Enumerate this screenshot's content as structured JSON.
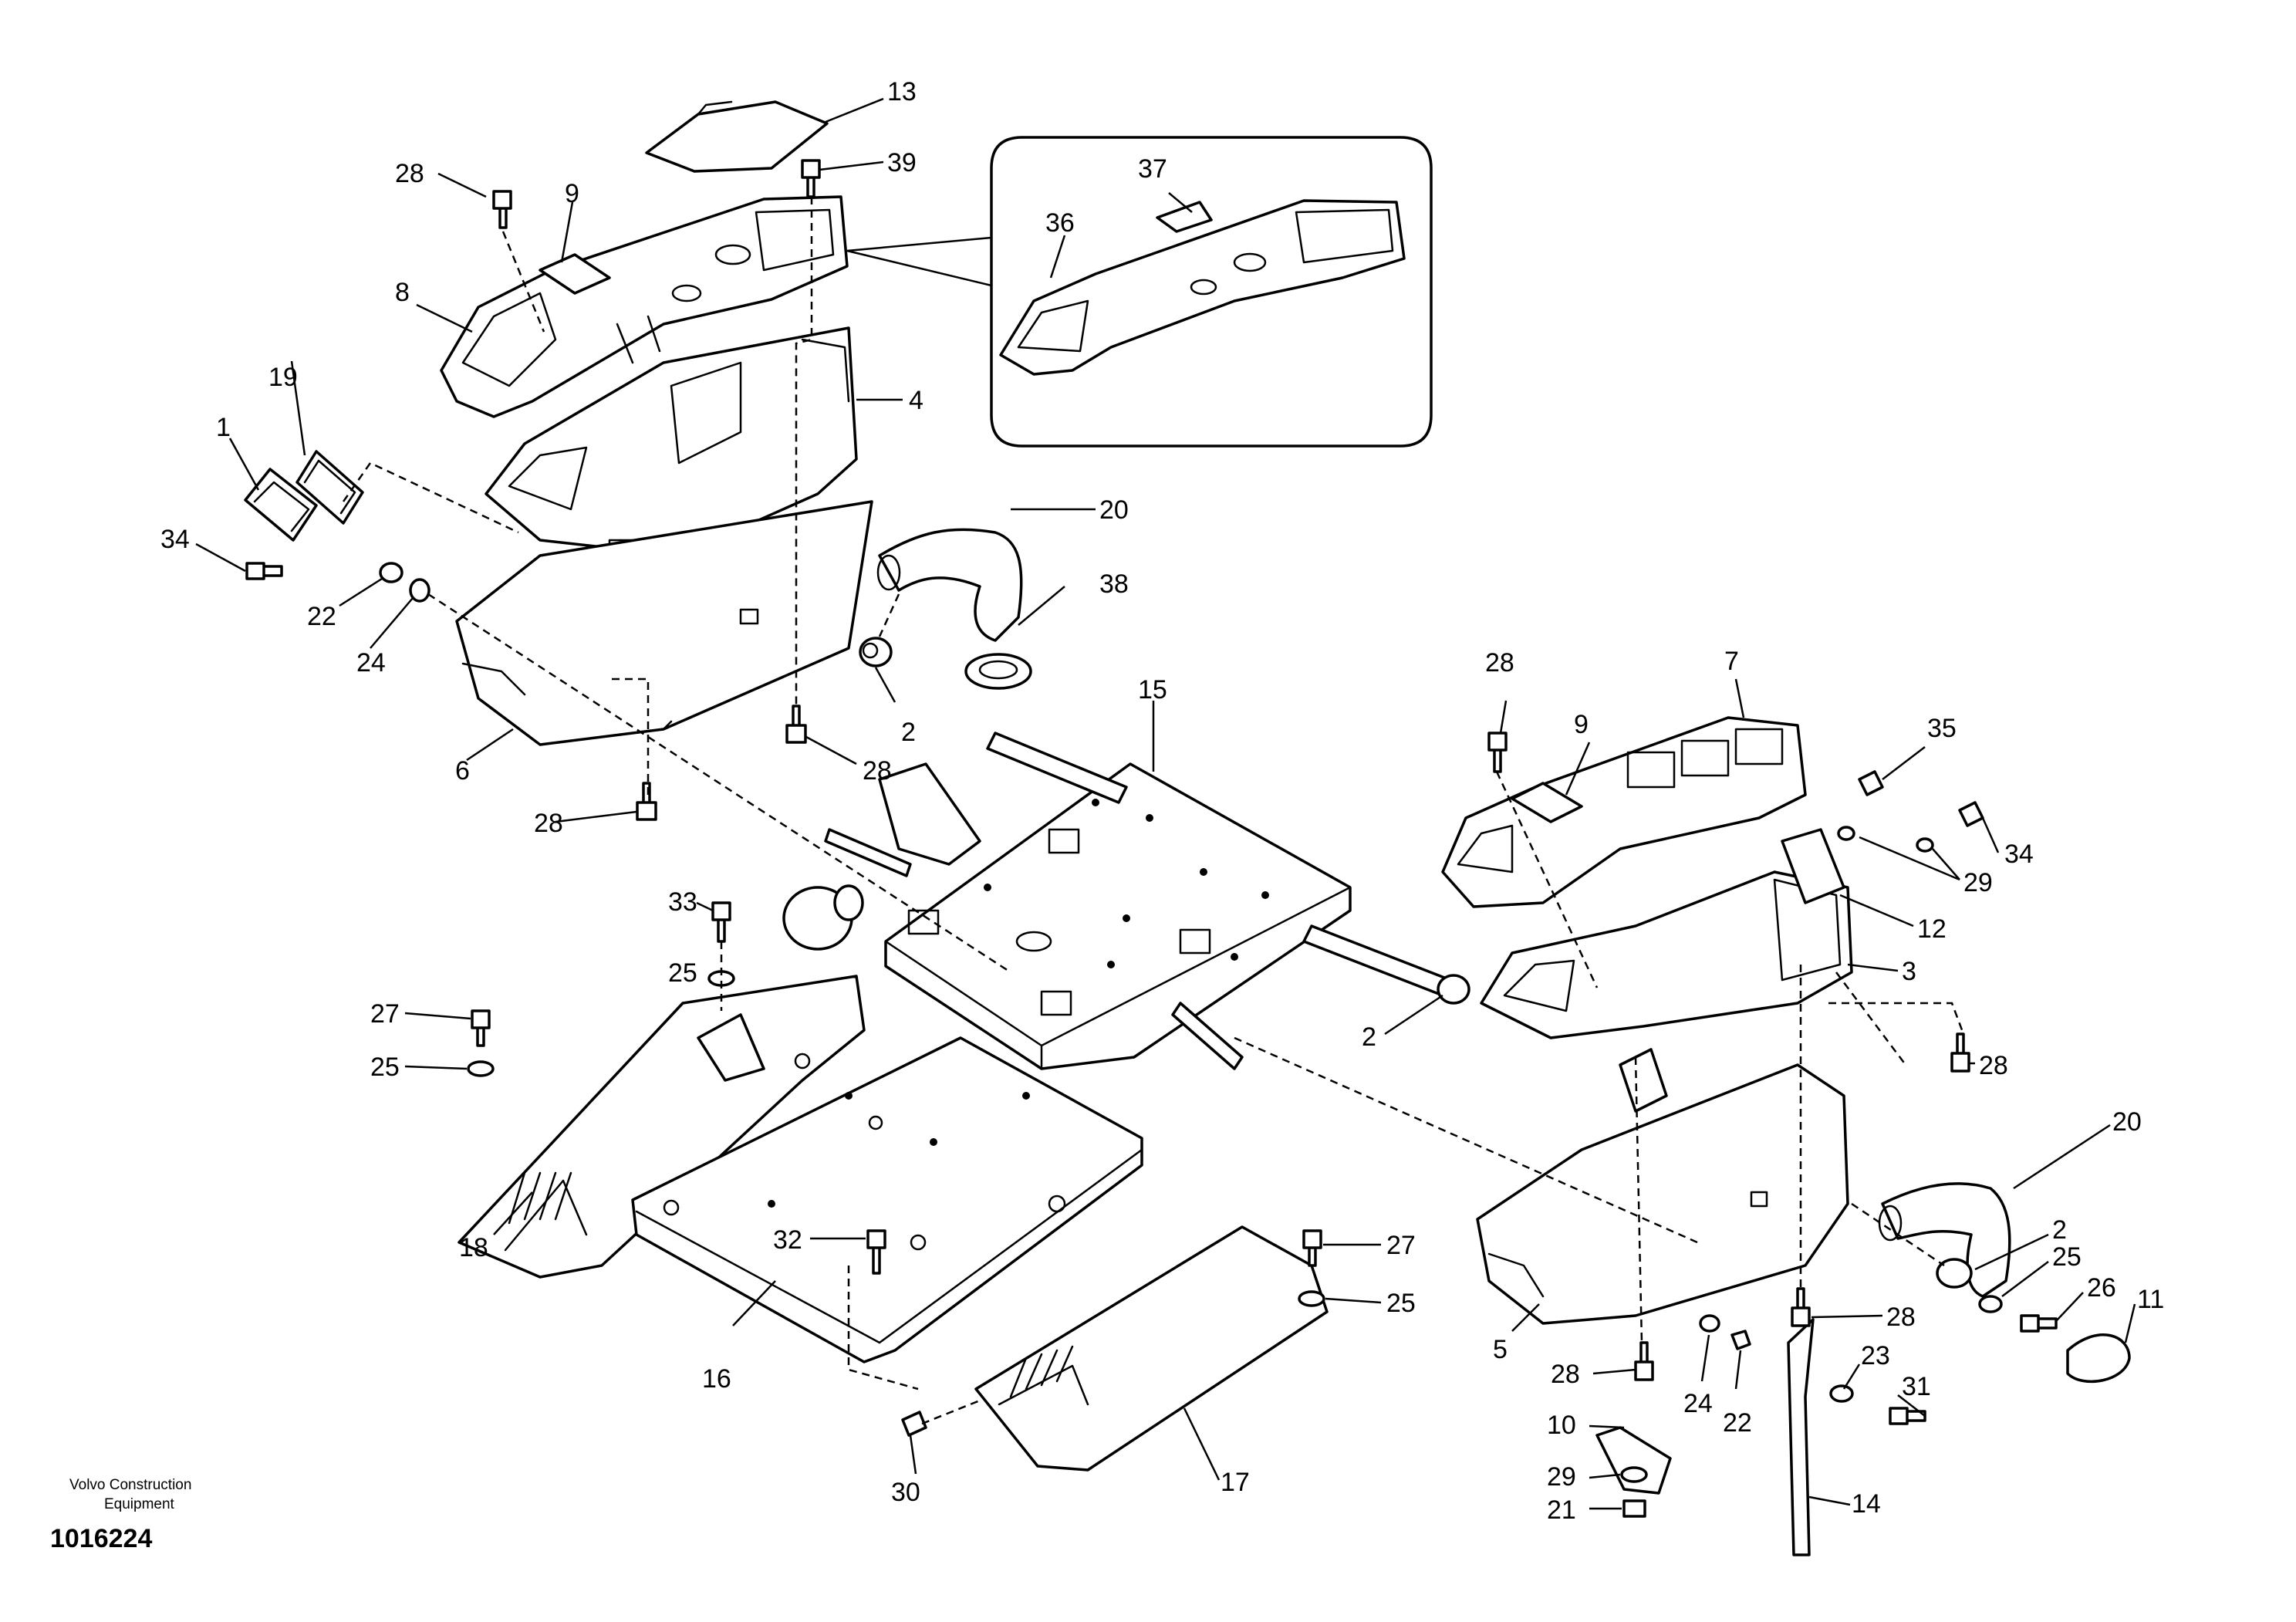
{
  "diagram": {
    "callouts": {
      "c1": "1",
      "c2a": "2",
      "c2b": "2",
      "c2c": "2",
      "c3": "3",
      "c4": "4",
      "c5": "5",
      "c6": "6",
      "c7": "7",
      "c8": "8",
      "c9a": "9",
      "c9b": "9",
      "c10": "10",
      "c11": "11",
      "c12": "12",
      "c13": "13",
      "c14": "14",
      "c15": "15",
      "c16": "16",
      "c17": "17",
      "c18": "18",
      "c19": "19",
      "c20a": "20",
      "c20b": "20",
      "c21": "21",
      "c22a": "22",
      "c22b": "22",
      "c23": "23",
      "c24a": "24",
      "c24b": "24",
      "c25a": "25",
      "c25b": "25",
      "c25c": "25",
      "c25d": "25",
      "c26": "26",
      "c27a": "27",
      "c27b": "27",
      "c28a": "28",
      "c28b": "28",
      "c28c": "28",
      "c28d": "28",
      "c28e": "28",
      "c28f": "28",
      "c28g": "28",
      "c29a": "29",
      "c29b": "29",
      "c30": "30",
      "c31": "31",
      "c32": "32",
      "c33": "33",
      "c34a": "34",
      "c34b": "34",
      "c35": "35",
      "c36": "36",
      "c37": "37",
      "c38": "38",
      "c39": "39"
    },
    "credit_line1": "Volvo Construction",
    "credit_line2": "Equipment",
    "document_number": "1016224"
  }
}
